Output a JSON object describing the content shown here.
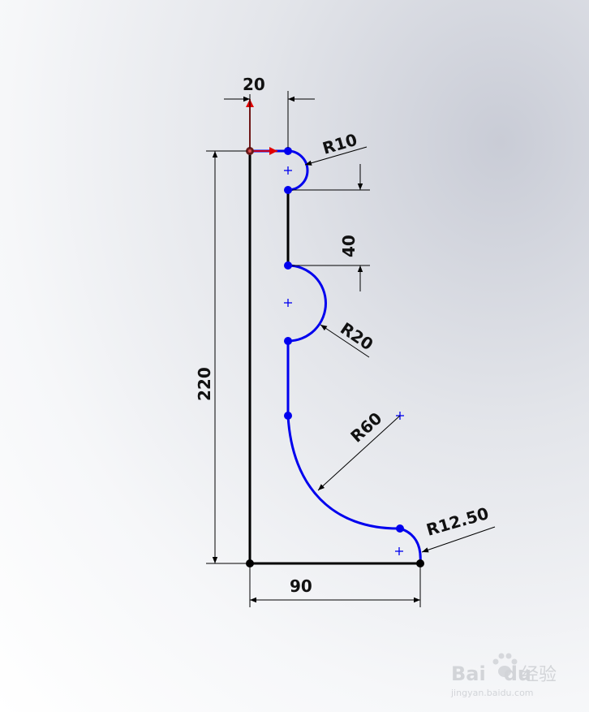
{
  "dimensions": {
    "top_width": "20",
    "arc_small": "R10",
    "vertical_gap": "40",
    "arc_mid": "R20",
    "arc_large": "R60",
    "arc_bottom": "R12.50",
    "height": "220",
    "bottom_width": "90"
  },
  "watermark": {
    "brand": "Bai",
    "brand_suffix": "du",
    "service": "经验",
    "url": "jingyan.baidu.com"
  },
  "colors": {
    "profile": "#0000ee",
    "geometry": "#000000",
    "origin": "#e00000"
  }
}
